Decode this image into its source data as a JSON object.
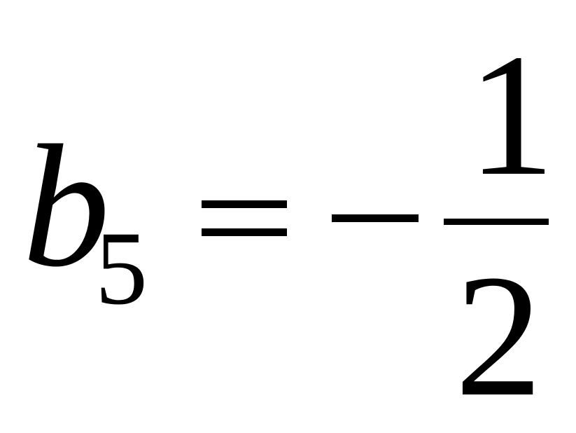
{
  "equation": {
    "variable": "b",
    "subscript": "5",
    "relation": "=",
    "sign": "−",
    "numerator": "1",
    "denominator": "2"
  }
}
